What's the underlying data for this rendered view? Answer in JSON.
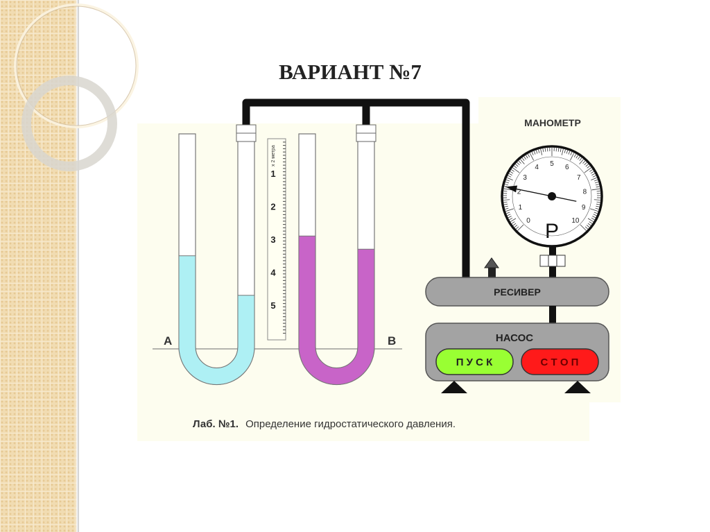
{
  "slide": {
    "title": "ВАРИАНТ №7"
  },
  "diagram": {
    "tube_a": {
      "label": "A",
      "left_level_m": 3.5,
      "right_level_m": 4.7,
      "color": "#aef0f4"
    },
    "tube_b": {
      "label": "B",
      "left_level_m": 2.9,
      "right_level_m": 3.3,
      "color": "#c864c8"
    },
    "ruler": {
      "unit_label": "x 2 метра",
      "ticks": [
        "1",
        "2",
        "3",
        "4",
        "5"
      ]
    },
    "manometer": {
      "label": "МАНОМЕТР",
      "symbol": "P",
      "scale": [
        "0",
        "1",
        "2",
        "3",
        "4",
        "5",
        "6",
        "7",
        "8",
        "9",
        "10"
      ],
      "reading": 2.1
    },
    "receiver": {
      "label": "РЕСИВЕР"
    },
    "pump": {
      "label": "НАСОС",
      "start_button": "П У С К",
      "stop_button": "С Т О П",
      "start_color": "#99ff33",
      "stop_color": "#ff1a1a"
    },
    "caption": {
      "lab": "Лаб. №1.",
      "text": "Определение гидростатического давления."
    }
  }
}
